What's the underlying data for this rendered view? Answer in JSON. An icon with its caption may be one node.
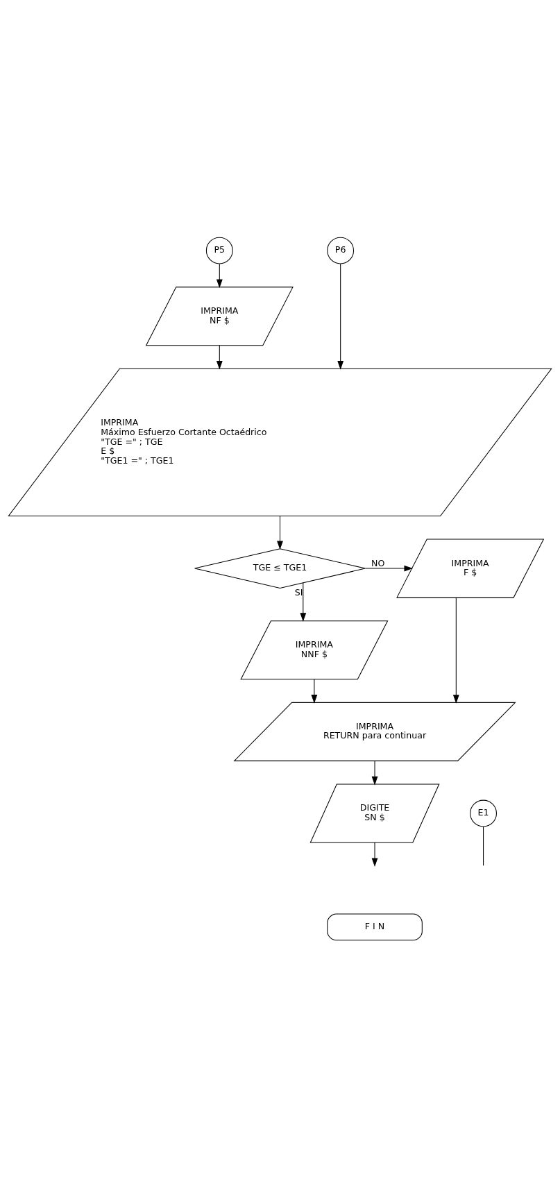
{
  "diagram": {
    "nodes": [
      {
        "text": [
          "P5"
        ]
      },
      {
        "text": [
          "IMPRIMA",
          "NF $"
        ]
      },
      {
        "text": [
          "P6"
        ]
      },
      {
        "text": [
          "IMPRIMA",
          "Máximo Esfuerzo Cortante Octaédrico",
          "\"TGE =\" ; TGE",
          "E $",
          "\"TGE1 =\" ; TGE1"
        ]
      },
      {
        "text": [
          "TGE ≤ TGE1"
        ]
      },
      {
        "text": [
          "IMPRIMA",
          "F $"
        ]
      },
      {
        "text": [
          "IMPRIMA",
          "NNF $"
        ]
      },
      {
        "text": [
          "IMPRIMA",
          "RETURN para continuar"
        ]
      },
      {
        "text": [
          "DIGITE",
          "SN $"
        ]
      },
      {
        "text": [
          "E1"
        ]
      },
      {
        "text": [
          "F I N"
        ]
      }
    ],
    "edges": [
      {
        "from": 0,
        "to": 1,
        "arrow": "to"
      },
      {
        "from": 1,
        "to": 3,
        "arrow": "to"
      },
      {
        "from": 2,
        "to": 3,
        "arrow": "to"
      },
      {
        "from": 3,
        "to": 4,
        "arrow": "to"
      },
      {
        "from": 4,
        "to": 5,
        "arrow": "to",
        "label": "NO"
      },
      {
        "from": 4,
        "to": 6,
        "arrow": "to",
        "label": "SI"
      },
      {
        "from": 6,
        "to": 7,
        "arrow": "to"
      },
      {
        "from": 5,
        "to": 7,
        "arrow": "to"
      },
      {
        "from": 7,
        "to": 8,
        "arrow": "to"
      },
      {
        "from": 8,
        "to": null,
        "arrow": "to"
      },
      {
        "from": 9,
        "to": null,
        "arrow": "none"
      }
    ]
  }
}
